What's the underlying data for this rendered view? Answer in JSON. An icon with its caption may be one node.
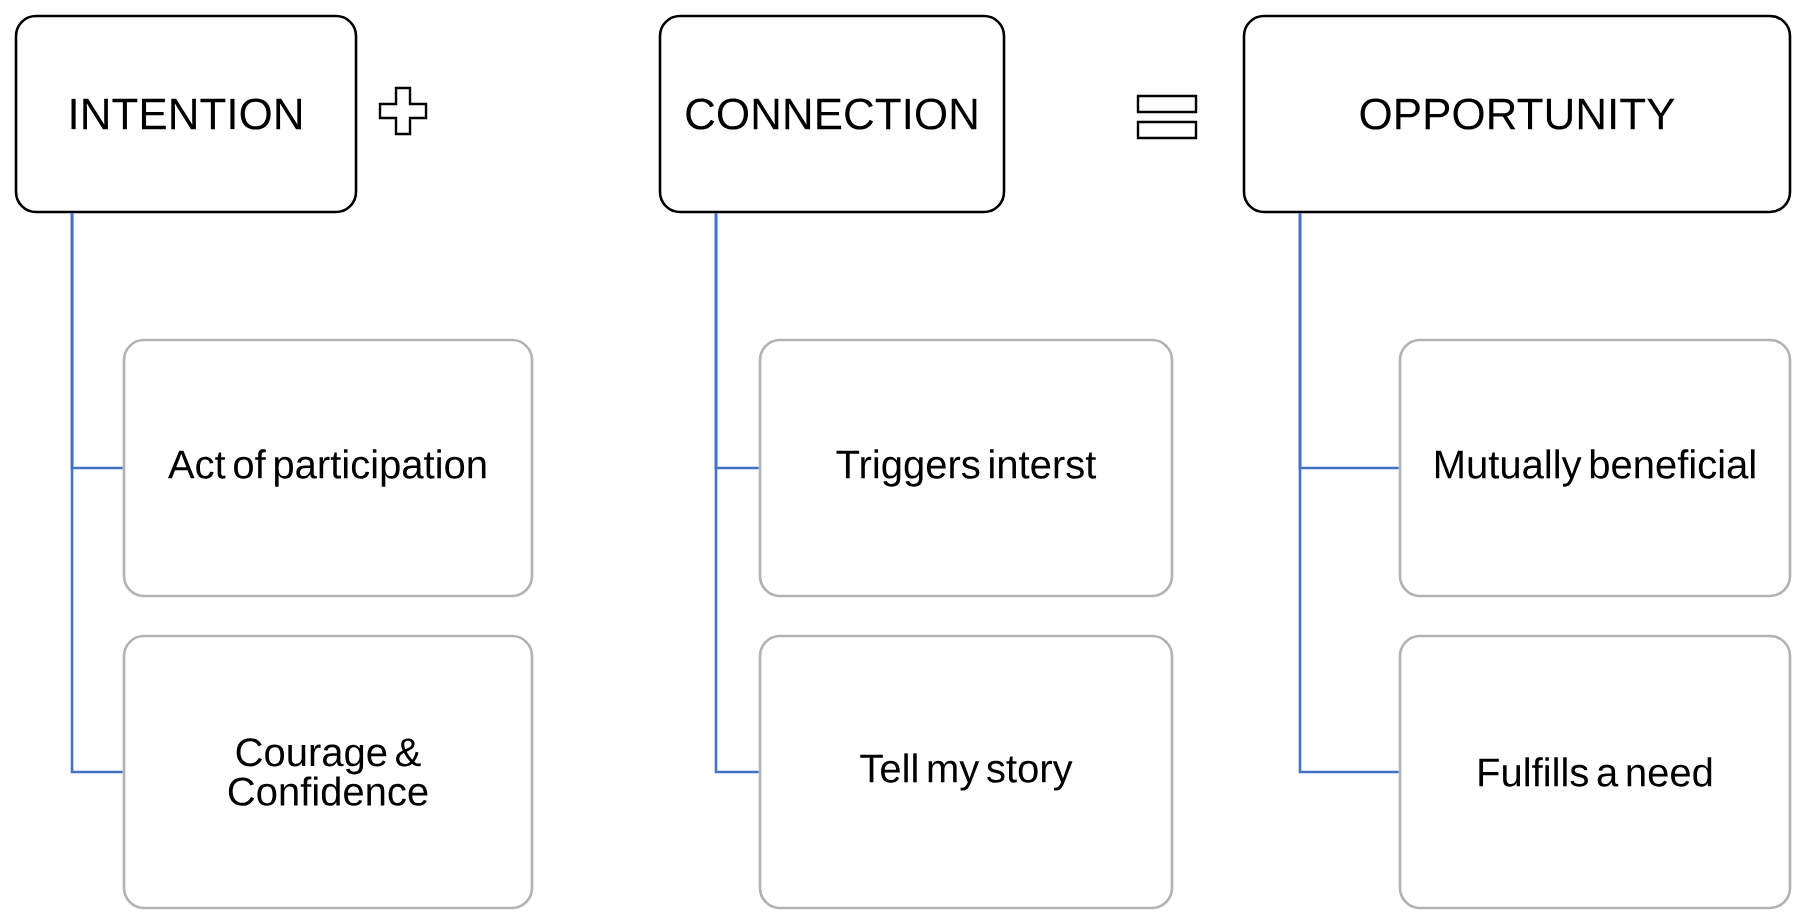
{
  "diagram": {
    "nodes": [
      {
        "text": [
          "INTENTION"
        ]
      },
      {
        "text": [
          "Act of participation"
        ]
      },
      {
        "text": [
          "Courage & Confidence"
        ]
      },
      {
        "text": [
          "CONNECTION"
        ]
      },
      {
        "text": [
          "Triggers interst"
        ]
      },
      {
        "text": [
          "Tell my story"
        ]
      },
      {
        "text": [
          "OPPORTUNITY"
        ]
      },
      {
        "text": [
          "Mutually beneficial"
        ]
      },
      {
        "text": [
          "Fulfills a need"
        ]
      }
    ],
    "edges": [
      {
        "from": 0,
        "to": 1,
        "arrow": "none"
      },
      {
        "from": 0,
        "to": 2,
        "arrow": "none"
      },
      {
        "from": 3,
        "to": 4,
        "arrow": "none"
      },
      {
        "from": 3,
        "to": 5,
        "arrow": "none"
      },
      {
        "from": 6,
        "to": 7,
        "arrow": "none"
      },
      {
        "from": 6,
        "to": 8,
        "arrow": "none"
      }
    ]
  }
}
